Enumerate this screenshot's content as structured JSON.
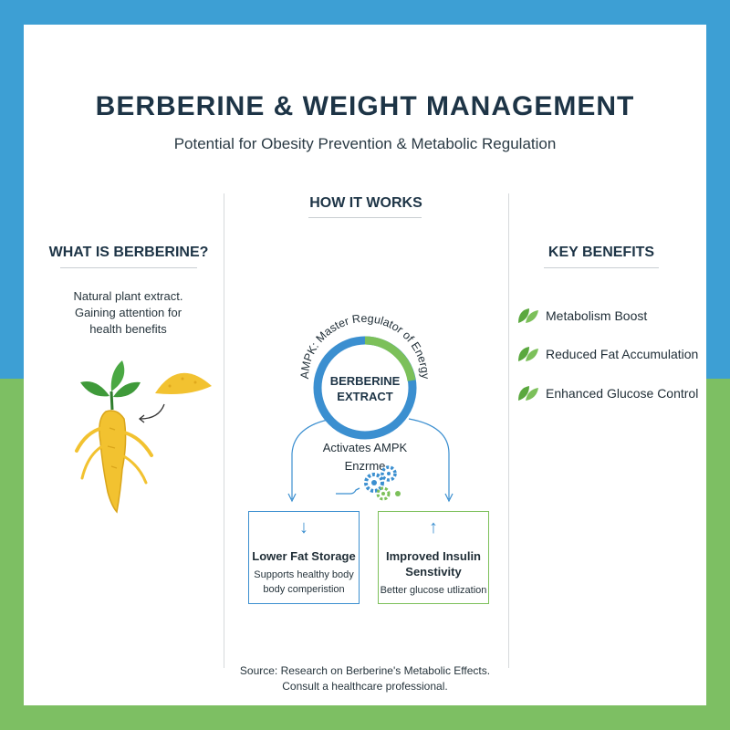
{
  "header": {
    "title": "BERBERINE & WEIGHT MANAGEMENT",
    "subtitle": "Potential for Obesity Prevention & Metabolic Regulation"
  },
  "left": {
    "heading": "WHAT IS BERBERINE?",
    "description": [
      "Natural plant extract.",
      "Gaining attention for",
      "health benefits"
    ]
  },
  "center": {
    "heading": "HOW IT WORKS",
    "ring_label": "AMPK: Master Regulator of Energy",
    "core_line1": "BERBERINE",
    "core_line2": "EXTRACT",
    "activates_line1": "Activates AMPK",
    "activates_line2": "Enzrme",
    "box_left": {
      "arrow": "↓",
      "title": "Lower Fat Storage",
      "text_line1": "Supports healthy body",
      "text_line2": "body comperistion"
    },
    "box_right": {
      "arrow": "↑",
      "title_line1": "Improved Insulin",
      "title_line2": "Senstivity",
      "text": "Better glucose utlization"
    }
  },
  "right": {
    "heading": "KEY BENEFITS",
    "items": [
      "Metabolism Boost",
      "Reduced Fat Accumulation",
      "Enhanced Glucose Control"
    ]
  },
  "source": {
    "line1": "Source: Research on Berberine's Metabolic Effects.",
    "line2": "Consult a healthcare professional."
  },
  "colors": {
    "blue_bg": "#3d9fd4",
    "green_bg": "#7dbf63",
    "ring_blue": "#3b8fd0",
    "ring_green": "#7cc05a",
    "root_yellow": "#f2c230"
  },
  "icons": [
    "root-icon",
    "powder-icon",
    "gear-icon",
    "leaf-icon",
    "arrow-down-icon",
    "arrow-up-icon"
  ]
}
